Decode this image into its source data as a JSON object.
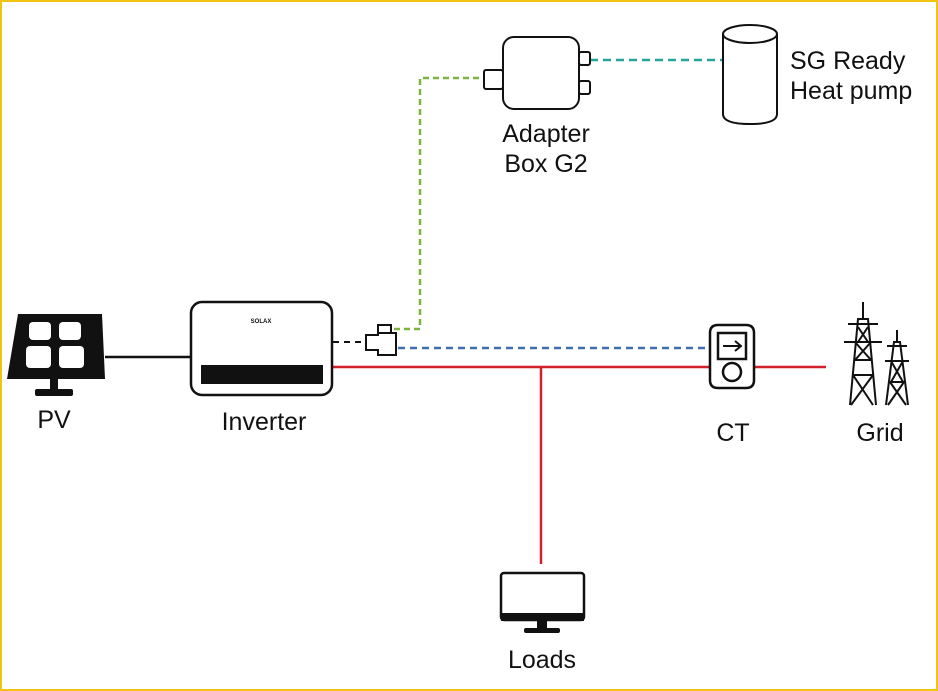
{
  "colors": {
    "border": "#f1c40f",
    "ac_line": "#d0202a",
    "dc_line": "#111111",
    "ct_signal": "#3e6fb0",
    "adapter_link": "#7cb342",
    "heatpump_link": "#26a69a"
  },
  "labels": {
    "pv": "PV",
    "inverter": "Inverter",
    "inverter_brand": "SOLAX",
    "adapter_line1": "Adapter",
    "adapter_line2": "Box G2",
    "heatpump_line1": "SG Ready",
    "heatpump_line2": "Heat pump",
    "ct": "CT",
    "grid": "Grid",
    "loads": "Loads"
  },
  "icons": {
    "pv": "solar-panel-icon",
    "inverter": "inverter-icon",
    "adapter": "adapter-box-icon",
    "heatpump": "heat-pump-cylinder-icon",
    "ct": "current-transformer-icon",
    "grid": "transmission-tower-icon",
    "loads": "monitor-icon",
    "connector": "plug-connector-icon"
  }
}
